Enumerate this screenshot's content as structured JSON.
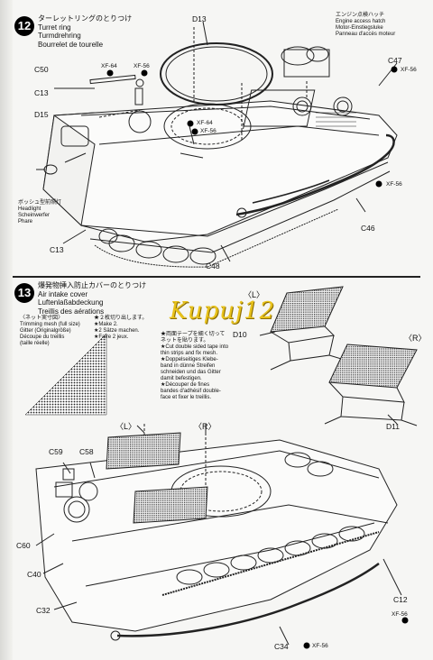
{
  "step12": {
    "number": "12",
    "title_jp": "ターレットリングのとりつけ",
    "title_en": "Turret ring",
    "title_de": "Turmdrehring",
    "title_fr": "Bourrelet de tourelle",
    "engine_hatch_jp": "エンジン点検ハッチ",
    "engine_hatch_en": "Engine access hatch",
    "engine_hatch_de": "Motor-Einstiegsluke",
    "engine_hatch_fr": "Panneau d'accès moteur",
    "headlight_jp": "ボッシュ型前照灯",
    "headlight_en": "Headlight",
    "headlight_de": "Scheinwerfer",
    "headlight_fr": "Phare",
    "parts": {
      "d13": "D13",
      "c50": "C50",
      "c13a": "C13",
      "d15": "D15",
      "c13b": "C13",
      "c47": "C47",
      "c46": "C46",
      "c48": "C48"
    },
    "paints": {
      "xf64a": "XF-64",
      "xf56a": "XF-56",
      "xf64b": "XF-64",
      "xf56b": "XF-56",
      "xf56c": "XF-56",
      "xf56d": "XF-56"
    }
  },
  "step13": {
    "number": "13",
    "title_jp": "爆発物挿入防止カバーのとりつけ",
    "title_en": "Air intake cover",
    "title_de": "Luftenlaßabdeckung",
    "title_fr": "Treillis des aérations",
    "mesh_jp": "〈ネット実寸図〉",
    "mesh_en": "Trimming mesh (full size)",
    "mesh_de": "Gitter (Originalgröße)",
    "mesh_fr": "Découpe du treillis",
    "mesh_fr2": "(taille réelle)",
    "make2_jp": "★２枚切り出します。",
    "make2_en": "★Make 2.",
    "make2_de": "★2 Sätze machen.",
    "make2_fr": "★Faire 2 jeux.",
    "tape_jp": "★両面テープを細く切って\nネットを貼ります。",
    "tape_en": "★Cut double sided tape into\nthin strips and fix mesh.",
    "tape_de": "★Doppelseitiges Klebe-\nband in dünne Streifen\nschneiden und das Gitter\ndamit befestigen.",
    "tape_fr": "★Découper de fines\nbandes d'adhésif double-\nface et fixer le treillis.",
    "left_top": "〈L〉",
    "right_top": "〈R〉",
    "left_main": "〈L〉",
    "right_main": "〈R〉",
    "parts": {
      "d10": "D10",
      "d11": "D11",
      "c59": "C59",
      "c58": "C58",
      "c60": "C60",
      "c40": "C40",
      "c32": "C32",
      "c12": "C12",
      "c34": "C34"
    },
    "paints": {
      "xf56e": "XF-56",
      "xf56f": "XF-56"
    }
  },
  "watermark": "Kupuj12"
}
